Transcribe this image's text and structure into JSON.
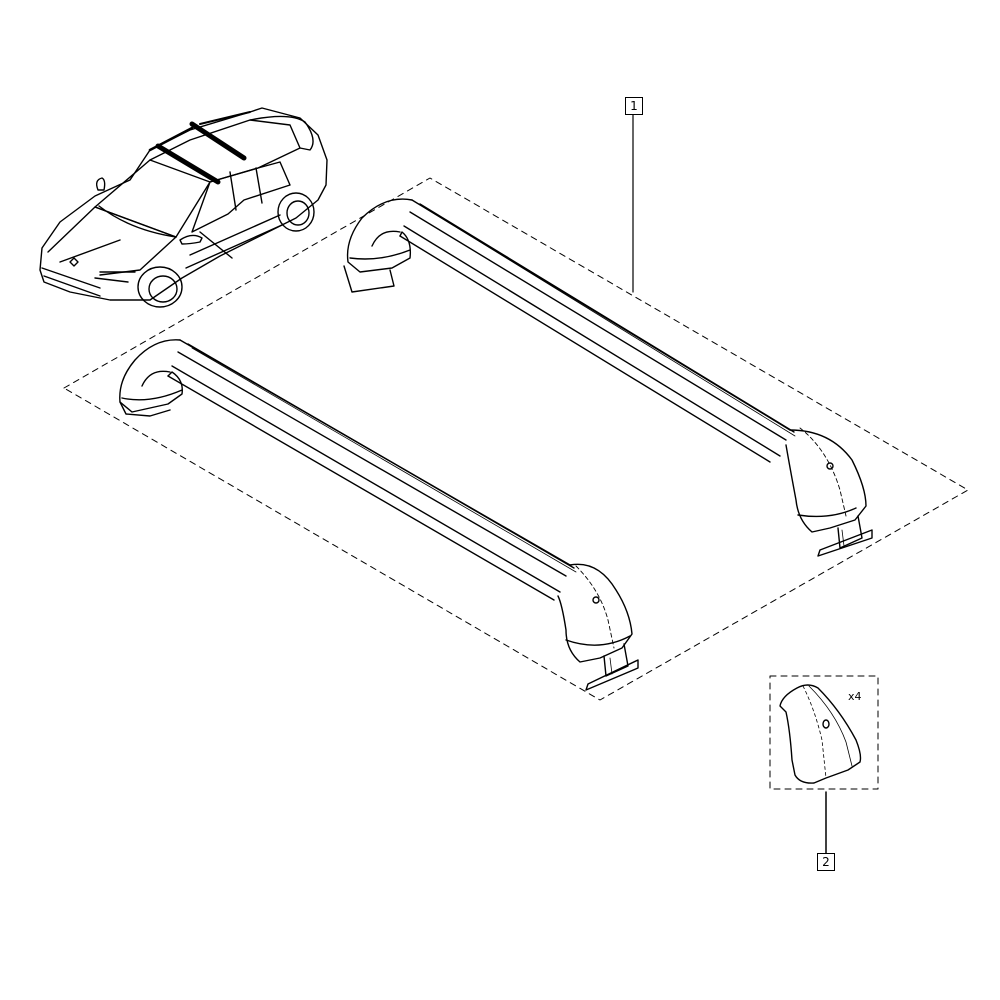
{
  "diagram": {
    "type": "exploded-parts-diagram",
    "subject": "roof bars kit for sedan car",
    "parts": [
      {
        "callout": "1",
        "description": "roof bars (pair)",
        "quantity_label": ""
      },
      {
        "callout": "2",
        "description": "foot end cover cap",
        "quantity_label": "x4"
      }
    ],
    "colors": {
      "line": "#000000",
      "background": "#ffffff"
    }
  }
}
